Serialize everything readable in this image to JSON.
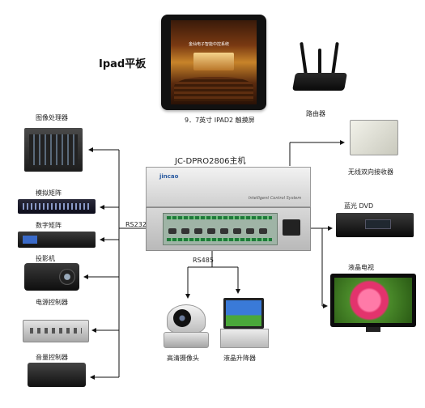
{
  "labels": {
    "ipad_title": "Ipad平板",
    "ipad_screen_text": "金仙电子智能中控系统",
    "ipad_caption": "9．7英寸 IPAD2 触摸屏",
    "router": "路由器",
    "main_host": "JC-DPRO2806主机",
    "main_logo": "jincao",
    "main_system": "Intelligent Control System",
    "wireless_receiver": "无线双向接收器",
    "image_processor": "图像处理器",
    "analog_matrix": "模拟矩阵",
    "digital_matrix": "数字矩阵",
    "projector": "投影机",
    "power_controller": "电源控制器",
    "volume_controller": "音量控制器",
    "rs232": "RS232",
    "rs485": "RS485",
    "bluray_dvd": "蓝光 DVD",
    "lcd_tv": "液晶电视",
    "hd_camera": "高清摄像头",
    "lcd_lift": "液晶升降器"
  },
  "colors": {
    "wire": "#111111",
    "background": "#ffffff"
  }
}
